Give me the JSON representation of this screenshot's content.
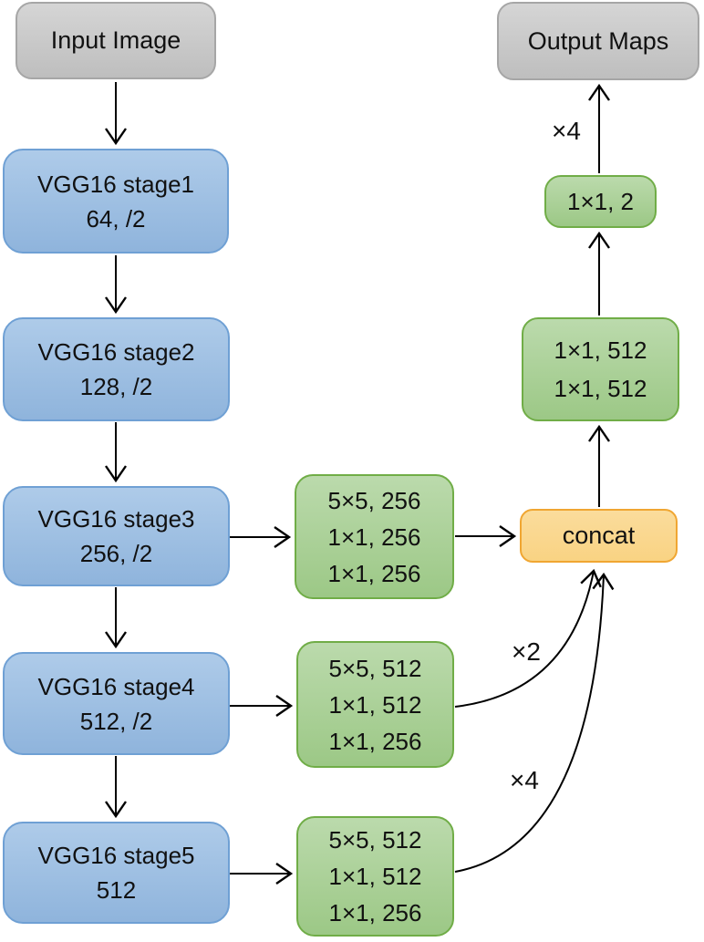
{
  "nodes": {
    "input": {
      "label": "Input Image"
    },
    "stage1": {
      "line1": "VGG16 stage1",
      "line2": "64, /2"
    },
    "stage2": {
      "line1": "VGG16 stage2",
      "line2": "128, /2"
    },
    "stage3": {
      "line1": "VGG16 stage3",
      "line2": "256, /2"
    },
    "stage4": {
      "line1": "VGG16 stage4",
      "line2": "512, /2"
    },
    "stage5": {
      "line1": "VGG16 stage5",
      "line2": "512"
    },
    "branch3": {
      "lines": [
        "5×5, 256",
        "1×1, 256",
        "1×1, 256"
      ]
    },
    "branch4": {
      "lines": [
        "5×5, 512",
        "1×1, 512",
        "1×1, 256"
      ]
    },
    "branch5": {
      "lines": [
        "5×5, 512",
        "1×1, 512",
        "1×1, 256"
      ]
    },
    "concat": {
      "label": "concat"
    },
    "fuse": {
      "lines": [
        "1×1, 512",
        "1×1, 512"
      ]
    },
    "cls": {
      "label": "1×1, 2"
    },
    "output": {
      "label": "Output Maps"
    }
  },
  "edge_labels": {
    "output_upsample": "×4",
    "branch4_upsample": "×2",
    "branch5_upsample": "×4"
  },
  "colors": {
    "blue_top": "#AECBE9",
    "blue_bottom": "#8FB4DC",
    "blue_border": "#6FA0D4",
    "green_top": "#BBDAAC",
    "green_bottom": "#9CC886",
    "green_border": "#70AD47",
    "gray_top": "#D5D5D5",
    "gray_bottom": "#BEBEBE",
    "gray_border": "#A6A6A6",
    "yellow_top": "#FBDC9C",
    "yellow_bottom": "#F9D383",
    "yellow_border": "#F0A632",
    "arrow": "#000000"
  }
}
